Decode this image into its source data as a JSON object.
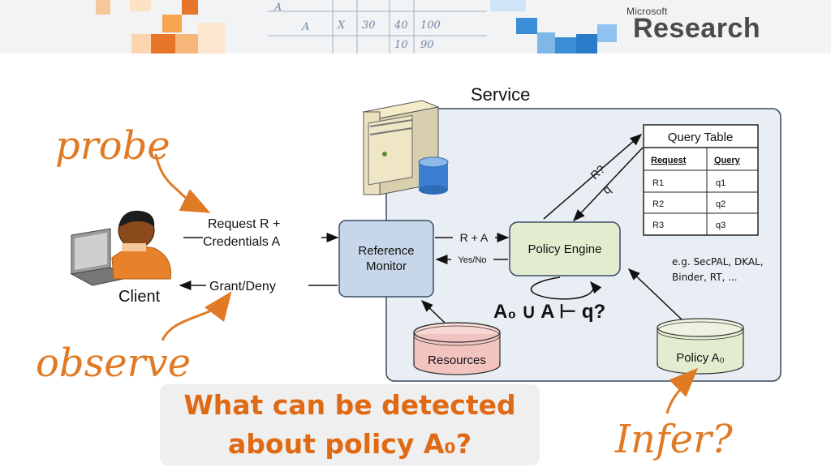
{
  "header": {
    "logo_small": "Microsoft",
    "logo_big": "Research"
  },
  "diagram": {
    "service_label": "Service",
    "client_label": "Client",
    "request_line1": "Request R +",
    "request_line2": "Credentials A",
    "grant_label": "Grant/Deny",
    "reference_monitor_line1": "Reference",
    "reference_monitor_line2": "Monitor",
    "policy_engine": "Policy Engine",
    "r_plus_a": "R + A",
    "yes_no": "Yes/No",
    "formula": "A₀ ∪ A ⊢ q?",
    "resources": "Resources",
    "policy_a0": "Policy A₀",
    "r_question": "R?",
    "q_label": "q",
    "examples_line1": "e.g. SecPAL, DKAL,",
    "examples_line2": "Binder, RT, ..."
  },
  "query_table": {
    "title": "Query Table",
    "headers": [
      "Request",
      "Query"
    ],
    "rows": [
      [
        "R1",
        "q1"
      ],
      [
        "R2",
        "q2"
      ],
      [
        "R3",
        "q3"
      ]
    ]
  },
  "annotations": {
    "probe": "probe",
    "observe": "observe",
    "infer": "Infer?"
  },
  "question": {
    "line1": "What can be detected",
    "line2": "about policy A₀?"
  },
  "colors": {
    "accent_orange": "#e07a24",
    "title_orange": "#e06a14",
    "box_blue": "#c7d6e8",
    "engine_green": "#e4ecd0",
    "resources_pink": "#f2c4c0",
    "service_bg": "#e9eef4"
  },
  "icons": [
    "server-icon",
    "database-icon",
    "client-person-icon"
  ]
}
